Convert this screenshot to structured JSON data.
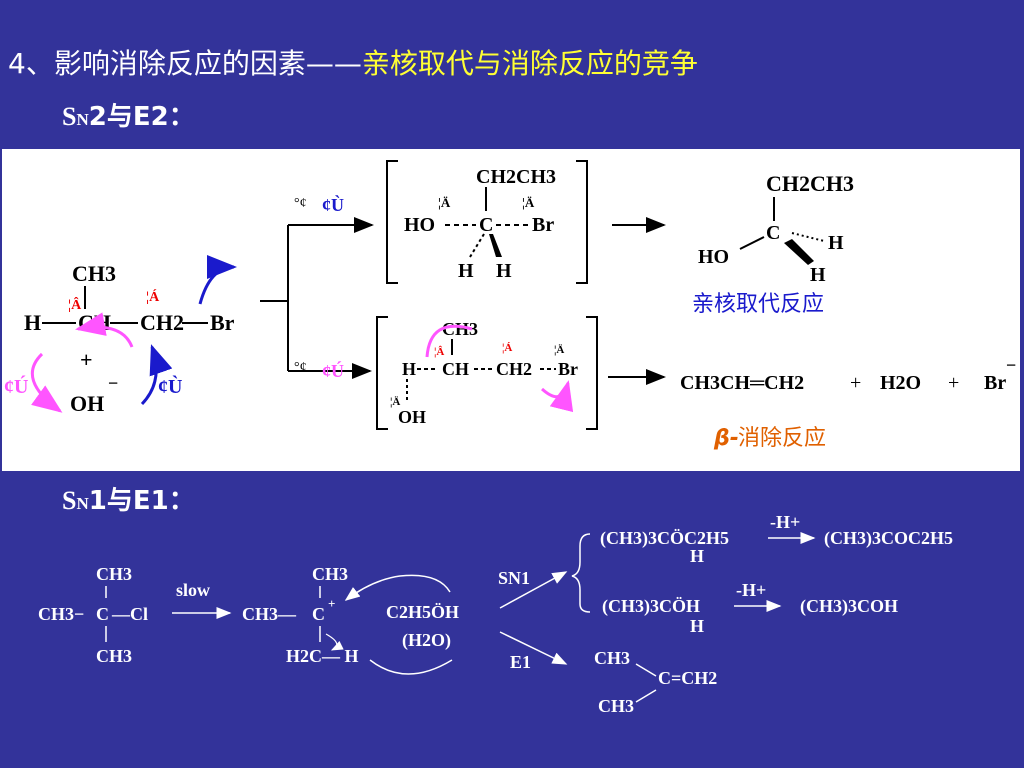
{
  "title": {
    "prefix": "4、影响消除反应的因素——",
    "highlight": "亲核取代与消除反应的竞争"
  },
  "sn2_heading": {
    "s": "S",
    "n": "N",
    "rest": "2与E2："
  },
  "sn1_heading": {
    "s": "S",
    "n": "N",
    "rest": "1与E1："
  },
  "colors": {
    "background": "#33339a",
    "highlight": "#ffff33",
    "panel": "#ffffff",
    "blue_label": "#1a1acc",
    "orange_label": "#e06000",
    "magenta": "#ff55ff",
    "red": "#ee0000"
  },
  "upper": {
    "substrate": {
      "ch3": "CH3",
      "h": "H",
      "ch": "CH",
      "ch2": "CH2",
      "br": "Br",
      "plus": "+",
      "oh": "OH",
      "minus": "−",
      "mark_a": "¦Á",
      "mark_b": "¦Â"
    },
    "glyph_a": "¢Ù",
    "glyph_b": "¢Ú",
    "dot": "°¢",
    "ts1": {
      "top": "CH2CH3",
      "ho": "HO",
      "c": "C",
      "br": "Br",
      "h1": "H",
      "h2": "H",
      "mark": "¦Ä"
    },
    "sn2_product": {
      "top": "CH2CH3",
      "c": "C",
      "ho": "HO",
      "h1": "H",
      "h2": "H",
      "label": "亲核取代反应"
    },
    "ts2": {
      "ch3": "CH3",
      "h": "H",
      "ch": "CH",
      "ch2": "CH2",
      "br": "Br",
      "oh": "OH",
      "mark_a": "¦Á",
      "mark_b": "¦Â",
      "mark_d": "¦Ä"
    },
    "e2_products": {
      "alkene": "CH3CH═CH2",
      "plus1": "+",
      "water": "H2O",
      "plus2": "+",
      "bromide": "Br",
      "minus": "−",
      "label_beta": "β-",
      "label_rest": " 消除反应"
    }
  },
  "lower": {
    "substrate": {
      "top": "CH3",
      "left": "CH3−",
      "c": "C",
      "cl": "—Cl",
      "bottom": "CH3"
    },
    "arrow_label": "slow",
    "cation": {
      "top": "CH3",
      "left": "CH3—",
      "c": "C",
      "charge": "+",
      "bottom": "H2C",
      "h": "— H"
    },
    "nucleophile": {
      "main": "C2H5ÖH",
      "alt": "(H2O)"
    },
    "branch_sn1": "SN1",
    "branch_e1": "E1",
    "sn1_products": [
      {
        "intermediate": "(CH3)3CÖC2H5",
        "h": "H",
        "step": "-H+",
        "product": "(CH3)3COC2H5"
      },
      {
        "intermediate": "(CH3)3CÖH",
        "h": "H",
        "step": "-H+",
        "product": "(CH3)3COH"
      }
    ],
    "e1_product": {
      "ch3_top": "CH3",
      "ch3_bottom": "CH3",
      "alkene": "C=CH2"
    }
  }
}
